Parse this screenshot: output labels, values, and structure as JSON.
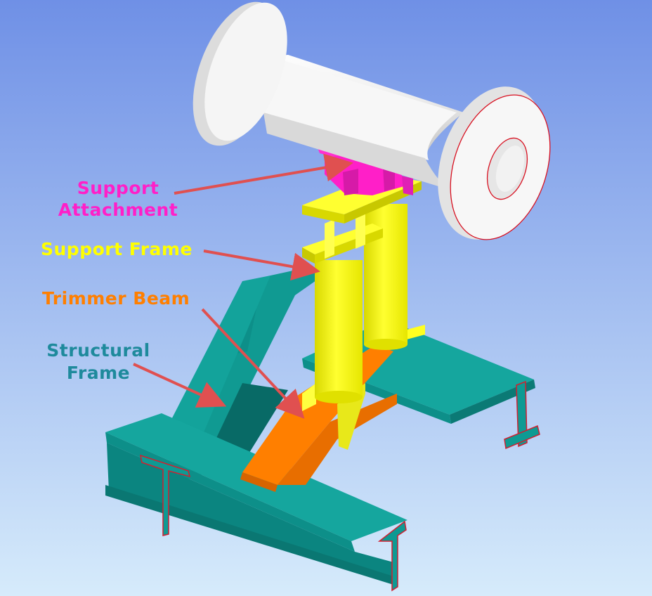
{
  "labels": {
    "support_attachment": [
      "Support",
      "Attachment"
    ],
    "support_frame": "Support Frame",
    "trimmer_beam": "Trimmer Beam",
    "structural_frame": [
      "Structural",
      "Frame"
    ]
  },
  "colors": {
    "background_top": "#6f90e6",
    "background_bottom": "#d6ebfb",
    "support_attachment": "#ff1fc8",
    "support_frame": "#ffff00",
    "trimmer_beam": "#ff7f00",
    "structural_frame": "#1e8a9c",
    "steel": "#0e9a93",
    "pipe": "#f3f3f3",
    "arrow": "#e05050"
  }
}
